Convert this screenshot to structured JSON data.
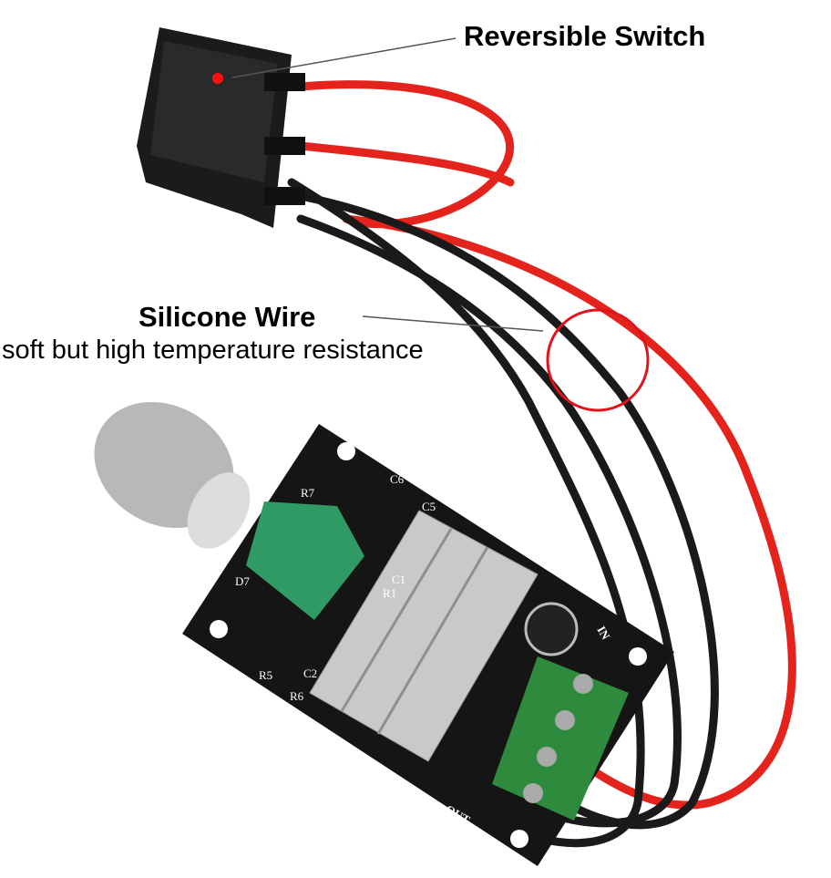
{
  "annotations": {
    "switch_label": "Reversible Switch",
    "wire_title": "Silicone Wire",
    "wire_subtitle": "soft but high temperature resistance"
  },
  "pcb_markings": {
    "c6": "C6",
    "c5": "C5",
    "r7": "R7",
    "c1": "C1",
    "r1": "R1",
    "d7": "D7",
    "r5": "R5",
    "r6": "R6",
    "c2": "C2",
    "in": "IN",
    "out": "OUT"
  },
  "colors": {
    "wire_red": "#e3231c",
    "wire_black": "#1a1a1a",
    "pcb": "#151515",
    "terminal_green": "#2e8b3e",
    "highlight_circle": "#e0141a",
    "indicator_dot": "#ff1010"
  }
}
